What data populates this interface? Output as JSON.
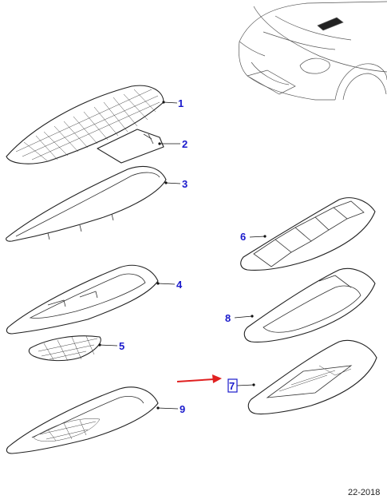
{
  "diagram": {
    "callouts": [
      {
        "id": "1",
        "label": "1"
      },
      {
        "id": "2",
        "label": "2"
      },
      {
        "id": "3",
        "label": "3"
      },
      {
        "id": "4",
        "label": "4"
      },
      {
        "id": "5",
        "label": "5"
      },
      {
        "id": "6",
        "label": "6"
      },
      {
        "id": "7",
        "label": "7",
        "highlighted": true
      },
      {
        "id": "8",
        "label": "8"
      },
      {
        "id": "9",
        "label": "9"
      }
    ],
    "footer_code": "22-2018",
    "colors": {
      "callout_text": "#1a1acc",
      "highlight_box": "#1a1acc",
      "arrow": "#e02020",
      "line": "#222222"
    }
  }
}
